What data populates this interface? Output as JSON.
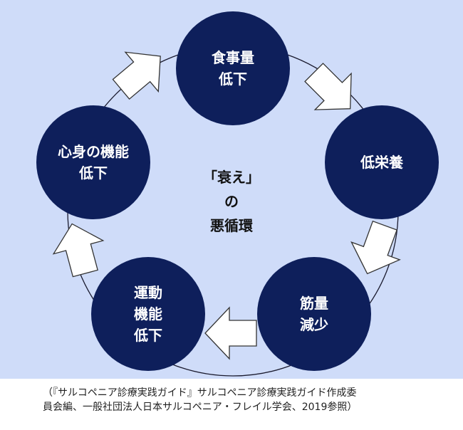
{
  "colors": {
    "background": "#cfdcf9",
    "node_fill": "#0e1f5b",
    "arrow_fill": "#ffffff",
    "arrow_stroke": "#333333",
    "ring": "#1a1a2e"
  },
  "center": {
    "line1": "「衰え」",
    "line2": "の",
    "line3": "悪循環"
  },
  "nodes": [
    {
      "line1": "食事量",
      "line2": "低下"
    },
    {
      "line1": "低栄養"
    },
    {
      "line1": "筋量",
      "line2": "減少"
    },
    {
      "line1": "運動",
      "line2": "機能",
      "line3": "低下"
    },
    {
      "line1": "心身の機能",
      "line2": "低下"
    }
  ],
  "caption": {
    "line1": "（『サルコペニア診療実践ガイド』サルコペニア診療実践ガイド作成委",
    "line2": "員会編、一般社団法人日本サルコペニア・フレイル学会、2019参照）"
  }
}
